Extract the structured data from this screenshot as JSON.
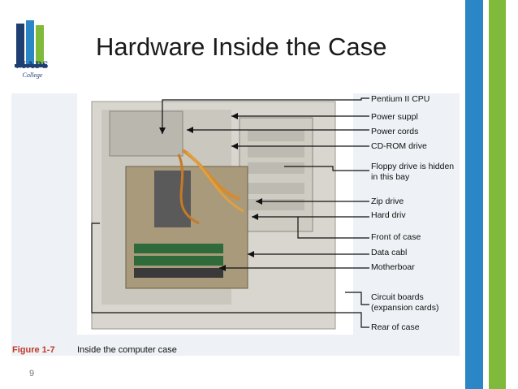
{
  "slide": {
    "title": "Hardware Inside the Case",
    "page_number": "9"
  },
  "logo": {
    "name": "MAPS",
    "sub": "College"
  },
  "figure": {
    "caption_number": "Figure 1-7",
    "caption_text": "Inside the computer case",
    "labels": [
      "Pentium II CPU",
      "Power suppl",
      "Power cords",
      "CD-ROM drive",
      "Floppy drive is hidden",
      "in this bay",
      "Zip drive",
      "Hard driv",
      "Front of case",
      "Data cabl",
      "Motherboar",
      "Circuit boards",
      "(expansion cards)",
      "Rear of case"
    ]
  },
  "colors": {
    "accent_blue": "#2b86c6",
    "accent_green": "#7fba3a",
    "caption_red": "#c0392b"
  }
}
